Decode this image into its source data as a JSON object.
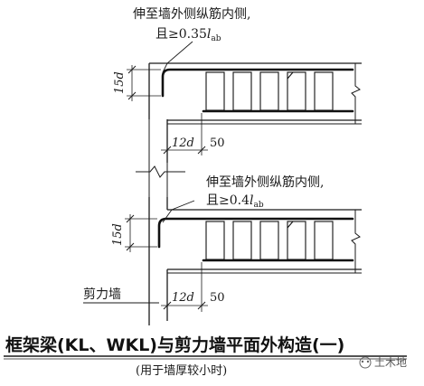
{
  "diagram": {
    "top_note_line1": "伸至墙外侧纵筋内侧,",
    "top_note_line2_prefix": "且≥0.35",
    "top_note_line2_sym": "l",
    "top_note_line2_sub": "ab",
    "bottom_note_line1": "伸至墙外侧纵筋内侧,",
    "bottom_note_line2_prefix": "且≥0.4",
    "bottom_note_line2_sym": "l",
    "bottom_note_line2_sub": "ab",
    "dim_15d": "15d",
    "dim_12d": "12d",
    "dim_50": "50",
    "wall_label": "剪力墙",
    "title": "框架梁(KL、WKL)与剪力墙平面外构造(一)",
    "subtitle": "(用于墙厚较小时)",
    "watermark": "土木地"
  }
}
